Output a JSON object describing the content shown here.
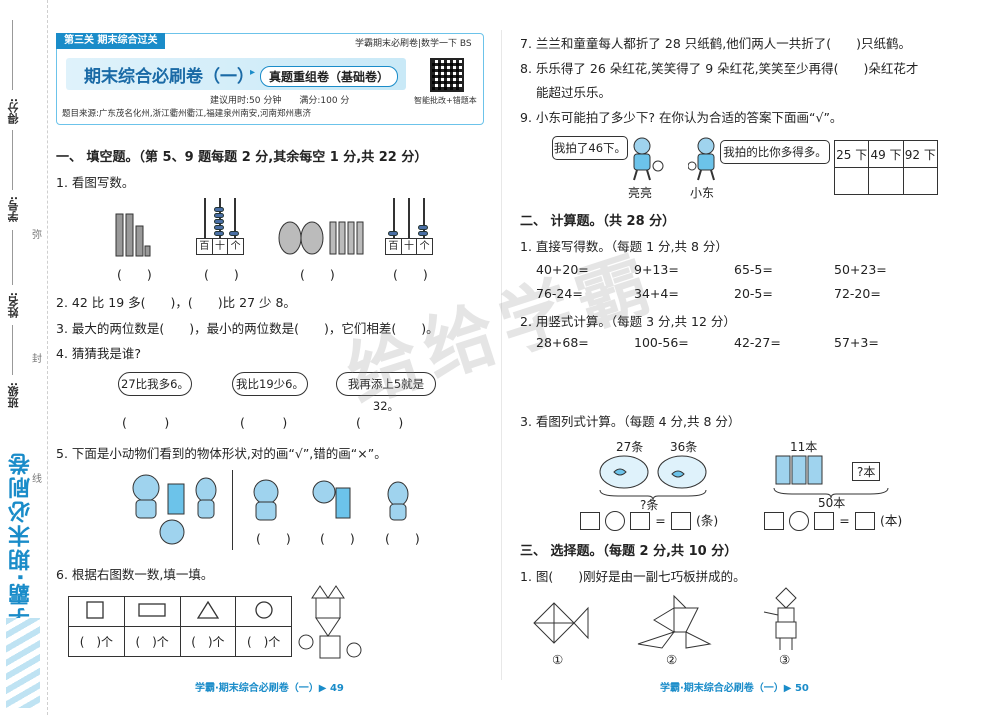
{
  "margin": {
    "score": "得分:",
    "student_id": "学号:",
    "name": "姓名:",
    "class": "班级:",
    "cut1": "弥",
    "cut2": "封",
    "cut3": "线",
    "brand": "学霸·期末必刷卷"
  },
  "header": {
    "tag": "第三关 期末综合过关",
    "right_tag": "学霸期末必刷卷|数学一下 BS",
    "title": "期末综合必刷卷（一）",
    "subtitle": "真题重组卷（基础卷）",
    "time": "建议用时:50 分钟　　满分:100 分",
    "qr_label": "智能批改+错题本",
    "source": "题目来源:广东茂名化州,浙江衢州衢江,福建泉州南安,河南郑州惠济"
  },
  "left": {
    "s1_title": "一、 填空题。（第 5、9 题每题 2 分,其余每空 1 分,共 22 分）",
    "q1": "1. 看图写数。",
    "q1_blanks": [
      "(　　)",
      "(　　)",
      "(　　)",
      "(　　)"
    ],
    "abacus_labels": [
      "百",
      "十",
      "个"
    ],
    "q2": "2. 42 比 19 多(　　)，(　　)比 27 少 8。",
    "q3": "3. 最大的两位数是(　　)，最小的两位数是(　　)，它们相差(　　)。",
    "q4": "4. 猜猜我是谁?",
    "bubbles": [
      "27比我多6。",
      "我比19少6。",
      "我再添上5就是32。"
    ],
    "q4_blanks": [
      "(　　　)",
      "(　　　)",
      "(　　　)"
    ],
    "q5": "5. 下面是小动物们看到的物体形状,对的画“√”,错的画“×”。",
    "q5_blanks": [
      "(　　)",
      "(　　)",
      "(　　)"
    ],
    "q6": "6. 根据右图数一数,填一填。",
    "q6_cells": [
      "(　)个",
      "(　)个",
      "(　)个",
      "(　)个"
    ]
  },
  "right": {
    "q7": "7. 兰兰和童童每人都折了 28 只纸鹤,他们两人一共折了(　　)只纸鹤。",
    "q8a": "8. 乐乐得了 26 朵红花,笑笑得了 9 朵红花,笑笑至少再得(　　)朵红花才",
    "q8b": "能超过乐乐。",
    "q9": "9. 小东可能拍了多少下? 在你认为合适的答案下面画“√”。",
    "q9_bubble1": "我拍了46下。",
    "q9_bubble2": "我拍的比你多得多。",
    "q9_name1": "亮亮",
    "q9_name2": "小东",
    "q9_options": [
      "25 下",
      "49 下",
      "92 下"
    ],
    "s2_title": "二、 计算题。（共 28 分）",
    "c1": "1. 直接写得数。（每题 1 分,共 8 分）",
    "c1_items": [
      "40+20=",
      "9+13=",
      "65-5=",
      "50+23=",
      "76-24=",
      "34+4=",
      "20-5=",
      "72-20="
    ],
    "c2": "2. 用竖式计算。（每题 3 分,共 12 分）",
    "c2_items": [
      "28+68=",
      "100-56=",
      "42-27=",
      "57+3="
    ],
    "c3": "3. 看图列式计算。（每题 4 分,共 8 分）",
    "c3_label1": "27条",
    "c3_label2": "36条",
    "c3_total1": "?条",
    "c3_label3": "11本",
    "c3_label4": "?本",
    "c3_total2": "50本",
    "c3_unit1": "(条)",
    "c3_unit2": "(本)",
    "s3_title": "三、 选择题。（每题 2 分,共 10 分）",
    "x1": "1. 图(　　)刚好是由一副七巧板拼成的。",
    "x1_opts": [
      "①",
      "②",
      "③"
    ],
    "watermark": "给给学霸"
  },
  "footer": {
    "left": "学霸·期末综合必刷卷（一）▶ 49",
    "right": "学霸·期末综合必刷卷（一）▶ 50"
  },
  "colors": {
    "accent": "#1a8cc9",
    "light": "#dff2fb"
  }
}
